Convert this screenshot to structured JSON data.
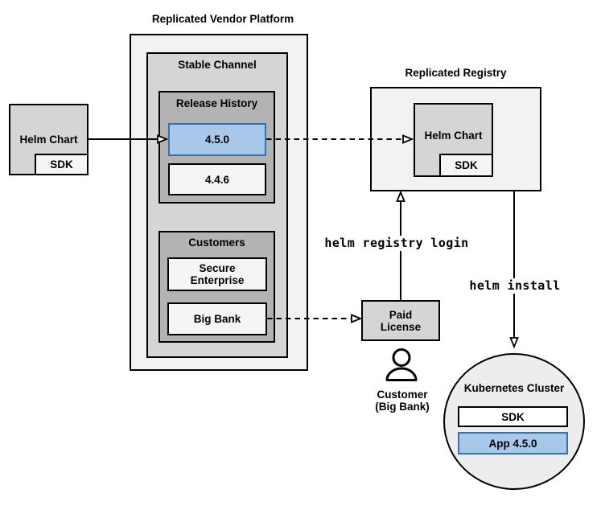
{
  "colors": {
    "highlight_fill": "#A9C7E8",
    "highlight_border": "#2E75B6",
    "highlight_text": "#1F5C99",
    "box_light_gray": "#F2F2F2",
    "box_medium_gray": "#D5D5D5",
    "box_dark_gray": "#B3B3B3",
    "box_paper": "#F5F5F5",
    "cluster_fill": "#EDEDED",
    "line": "#000000"
  },
  "source_chart": {
    "label": "Helm Chart",
    "sdk": "SDK"
  },
  "platform": {
    "title": "Replicated Vendor Platform",
    "stable_channel_label": "Stable Channel",
    "release_history": {
      "label": "Release History",
      "versions": [
        {
          "name": "4.5.0",
          "highlighted": true
        },
        {
          "name": "4.4.6",
          "highlighted": false
        }
      ]
    },
    "customers": {
      "label": "Customers",
      "items": [
        {
          "name": "Secure Enterprise"
        },
        {
          "name": "Big Bank"
        }
      ]
    }
  },
  "registry": {
    "title": "Replicated Registry",
    "chart": {
      "label": "Helm Chart",
      "sdk": "SDK"
    }
  },
  "license": {
    "label": "Paid License",
    "owner": "Customer (Big Bank)"
  },
  "commands": {
    "registry_login": "helm registry login",
    "install": "helm install"
  },
  "cluster": {
    "label": "Kubernetes Cluster",
    "sdk": "SDK",
    "app": "App 4.5.0"
  }
}
